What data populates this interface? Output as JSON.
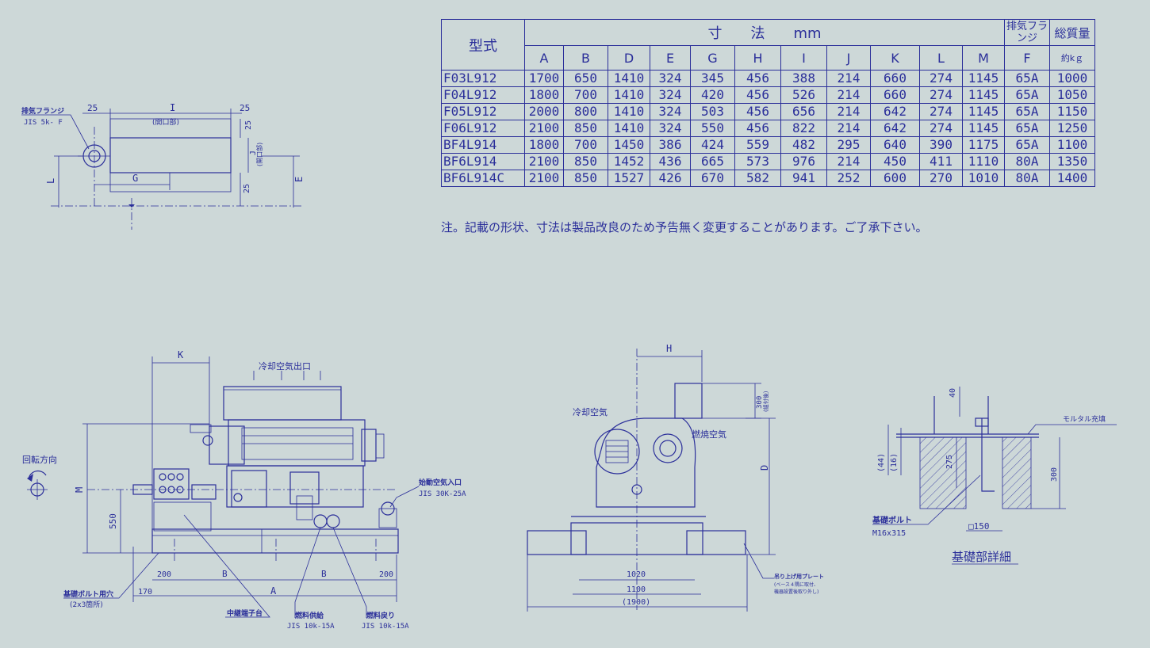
{
  "table": {
    "header_model": "型式",
    "header_dims": "寸　　法　　mm",
    "header_exhaust": "排気フランジ",
    "header_mass": "総質量",
    "header_mass_unit": "約kｇ",
    "columns": [
      "A",
      "B",
      "D",
      "E",
      "G",
      "H",
      "I",
      "J",
      "K",
      "L",
      "M",
      "F"
    ],
    "rows": [
      {
        "model": "F03L912",
        "values": [
          "1700",
          "650",
          "1410",
          "324",
          "345",
          "456",
          "388",
          "214",
          "660",
          "274",
          "1145",
          "65A",
          "1000"
        ]
      },
      {
        "model": "F04L912",
        "values": [
          "1800",
          "700",
          "1410",
          "324",
          "420",
          "456",
          "526",
          "214",
          "660",
          "274",
          "1145",
          "65A",
          "1050"
        ]
      },
      {
        "model": "F05L912",
        "values": [
          "2000",
          "800",
          "1410",
          "324",
          "503",
          "456",
          "656",
          "214",
          "642",
          "274",
          "1145",
          "65A",
          "1150"
        ]
      },
      {
        "model": "F06L912",
        "values": [
          "2100",
          "850",
          "1410",
          "324",
          "550",
          "456",
          "822",
          "214",
          "642",
          "274",
          "1145",
          "65A",
          "1250"
        ]
      },
      {
        "model": "BF4L914",
        "values": [
          "1800",
          "700",
          "1450",
          "386",
          "424",
          "559",
          "482",
          "295",
          "640",
          "390",
          "1175",
          "65A",
          "1100"
        ]
      },
      {
        "model": "BF6L914",
        "values": [
          "2100",
          "850",
          "1452",
          "436",
          "665",
          "573",
          "976",
          "214",
          "450",
          "411",
          "1110",
          "80A",
          "1350"
        ]
      },
      {
        "model": "BF6L914C",
        "values": [
          "2100",
          "850",
          "1527",
          "426",
          "670",
          "582",
          "941",
          "252",
          "600",
          "270",
          "1010",
          "80A",
          "1400"
        ]
      }
    ]
  },
  "note": "注。記載の形状、寸法は製品改良のため予告無く変更することがあります。ご了承下さい。",
  "flange_view": {
    "flange_label": "排気フランジ",
    "flange_spec": "JIS 5k- F",
    "dim_25_a": "25",
    "dim_I": "I",
    "opening": "(開口部)",
    "dim_25_b": "25",
    "dim_J": "J",
    "opening_v": "(開口部)",
    "dim_G": "G",
    "dim_L": "L",
    "dim_25_c": "25",
    "dim_E": "E"
  },
  "side_view": {
    "dim_K": "K",
    "cooling_outlet": "冷却空気出口",
    "rotation": "回転方向",
    "dim_M": "M",
    "dim_550": "550",
    "start_air_label": "始動空気入口",
    "start_air_spec": "JIS 30K-25A",
    "dim_200_a": "200",
    "dim_B_a": "B",
    "dim_B_b": "B",
    "dim_200_b": "200",
    "dim_170": "170",
    "dim_A": "A",
    "bolt_hole_label": "基礎ボルト用穴",
    "bolt_hole_count": "(2x3箇所)",
    "terminal_base": "中継端子台",
    "fuel_supply": "燃料供給",
    "fuel_supply_spec": "JIS 10k-15A",
    "fuel_return": "燃料戻り",
    "fuel_return_spec": "JIS 10k-15A"
  },
  "front_view": {
    "dim_H": "H",
    "cooling_air": "冷却空気",
    "combustion_air": "燃焼空気",
    "dim_300": "300",
    "dim_300_note": "(組付後)",
    "dim_D": "D",
    "dim_1020": "1020",
    "dim_1100": "1100",
    "dim_1900": "(1900)",
    "lift_plate": "吊り上げ用プレート",
    "lift_plate_note1": "(ベース４隅に取付、",
    "lift_plate_note2": "機器設置後取り外し)"
  },
  "foundation": {
    "dim_40": "40",
    "mortar": "モルタル充填",
    "dim_44": "(44)",
    "dim_16": "(16)",
    "dim_275": "275",
    "dim_300": "300",
    "bolt_label": "基礎ボルト",
    "bolt_spec": "M16x315",
    "dim_150": "□150",
    "title": "基礎部詳細"
  }
}
